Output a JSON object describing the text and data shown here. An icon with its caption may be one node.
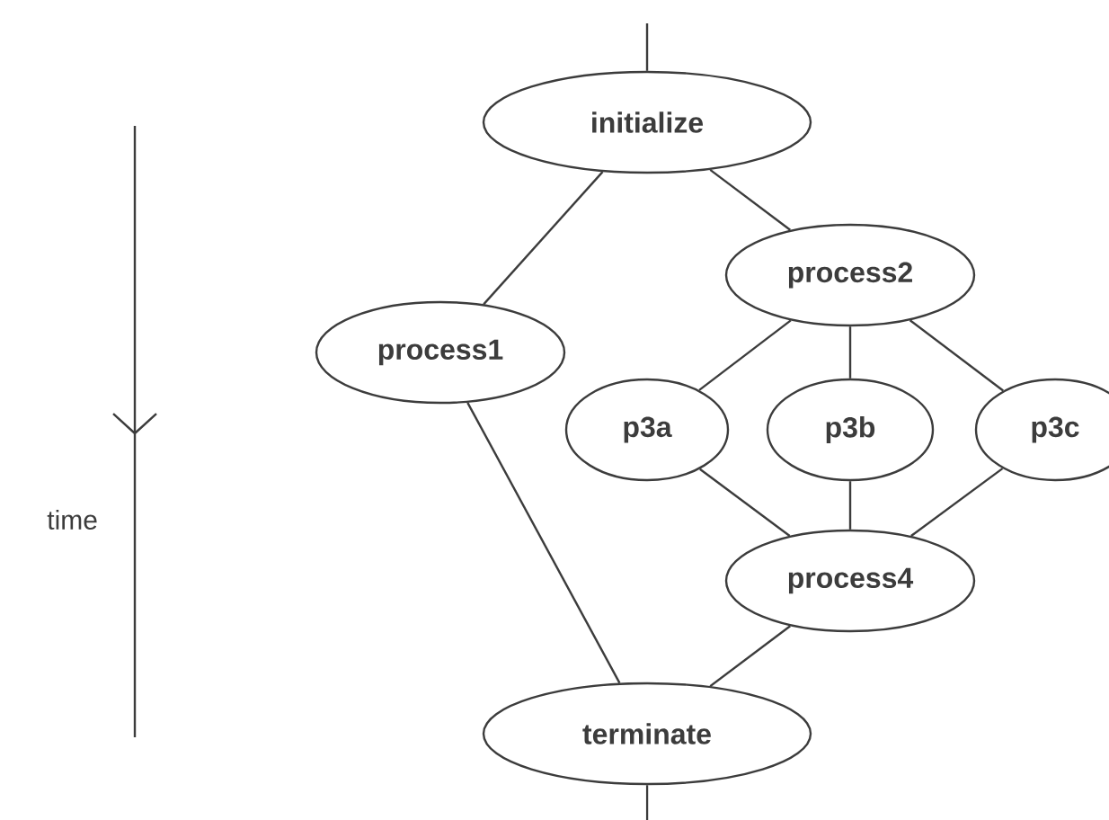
{
  "diagram": {
    "nodes": [
      {
        "text": [
          "initialize"
        ]
      },
      {
        "text": [
          "process1"
        ]
      },
      {
        "text": [
          "process2"
        ]
      },
      {
        "text": [
          "p3a"
        ]
      },
      {
        "text": [
          "p3b"
        ]
      },
      {
        "text": [
          "p3c"
        ]
      },
      {
        "text": [
          "process4"
        ]
      },
      {
        "text": [
          "terminate"
        ]
      }
    ],
    "edges": [
      {
        "from": null,
        "to": 0,
        "arrow": "none"
      },
      {
        "from": 0,
        "to": 1,
        "arrow": "none"
      },
      {
        "from": 0,
        "to": 2,
        "arrow": "none"
      },
      {
        "from": 2,
        "to": 3,
        "arrow": "none"
      },
      {
        "from": 2,
        "to": 4,
        "arrow": "none"
      },
      {
        "from": 2,
        "to": 5,
        "arrow": "none"
      },
      {
        "from": 3,
        "to": 6,
        "arrow": "none"
      },
      {
        "from": 4,
        "to": 6,
        "arrow": "none"
      },
      {
        "from": 5,
        "to": 6,
        "arrow": "none"
      },
      {
        "from": 1,
        "to": 7,
        "arrow": "none"
      },
      {
        "from": 6,
        "to": 7,
        "arrow": "none"
      },
      {
        "from": 7,
        "to": null,
        "arrow": "none"
      }
    ],
    "labels": [
      "time"
    ]
  }
}
